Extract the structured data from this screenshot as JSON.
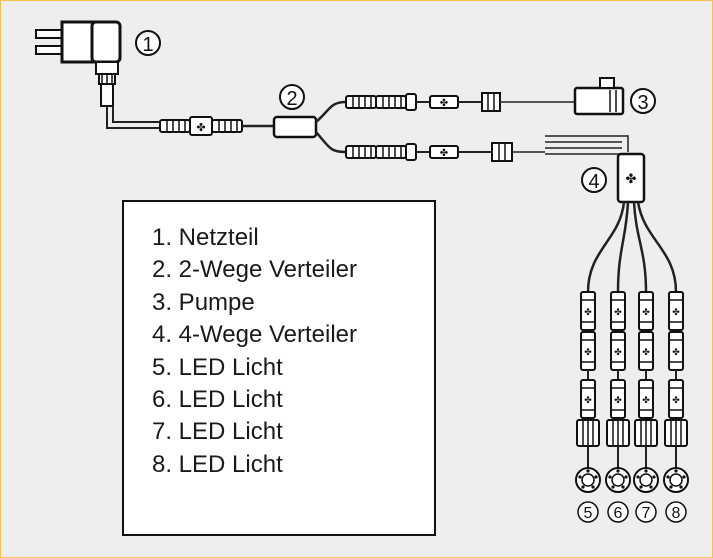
{
  "frame_border_color": "#f2c14e",
  "background_color": "#eeeeee",
  "callouts": [
    "1",
    "2",
    "3",
    "4",
    "5",
    "6",
    "7",
    "8"
  ],
  "legend": {
    "items": [
      "1. Netzteil",
      "2. 2-Wege Verteiler",
      "3. Pumpe",
      "4. 4-Wege Verteiler",
      "5. LED Licht",
      "6. LED Licht",
      "7. LED Licht",
      "8. LED Licht"
    ]
  },
  "icons": [
    "power-adapter-icon",
    "two-way-splitter-icon",
    "pump-icon",
    "four-way-splitter-icon",
    "led-light-icon"
  ]
}
